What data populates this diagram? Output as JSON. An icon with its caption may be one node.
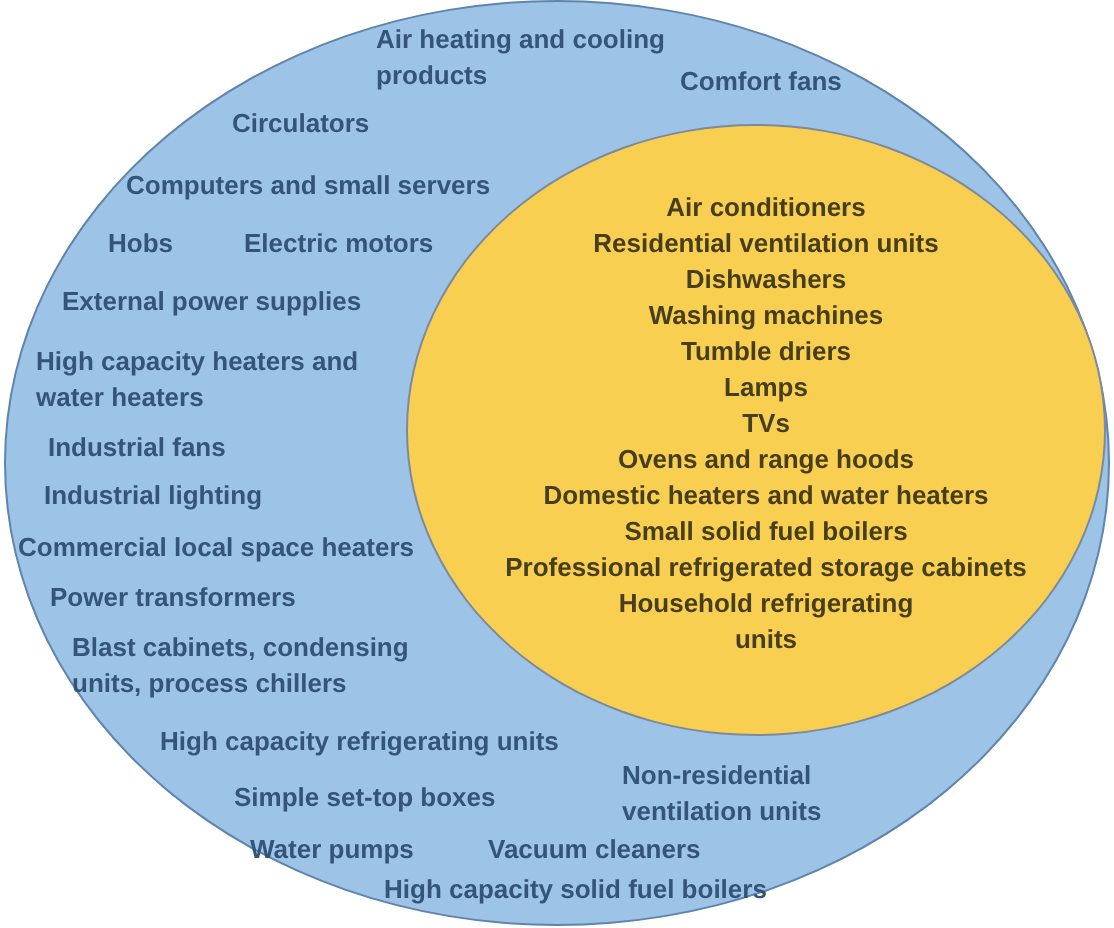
{
  "diagram": {
    "nodes": [
      {
        "text": [
          "Air heating and cooling products",
          "Comfort fans",
          "Circulators",
          "Computers and small servers",
          "Hobs",
          "Electric motors",
          "External power supplies",
          "High capacity heaters and water heaters",
          "Industrial fans",
          "Industrial lighting",
          "Commercial local space heaters",
          "Power transformers",
          "Blast cabinets, condensing units, process chillers",
          "High capacity refrigerating units",
          "Simple set-top boxes",
          "Non-residential ventilation units",
          "Water pumps",
          "Vacuum cleaners",
          "High capacity solid fuel boilers"
        ]
      },
      {
        "text": [
          "Air conditioners",
          "Residential ventilation units",
          "Dishwashers",
          "Washing machines",
          "Tumble driers",
          "Lamps",
          "TVs",
          "Ovens and range hoods",
          "Domestic heaters and water heaters",
          "Small solid fuel boilers",
          "Professional refrigerated storage cabinets",
          "Household refrigerating units"
        ],
        "in": 0
      }
    ]
  }
}
